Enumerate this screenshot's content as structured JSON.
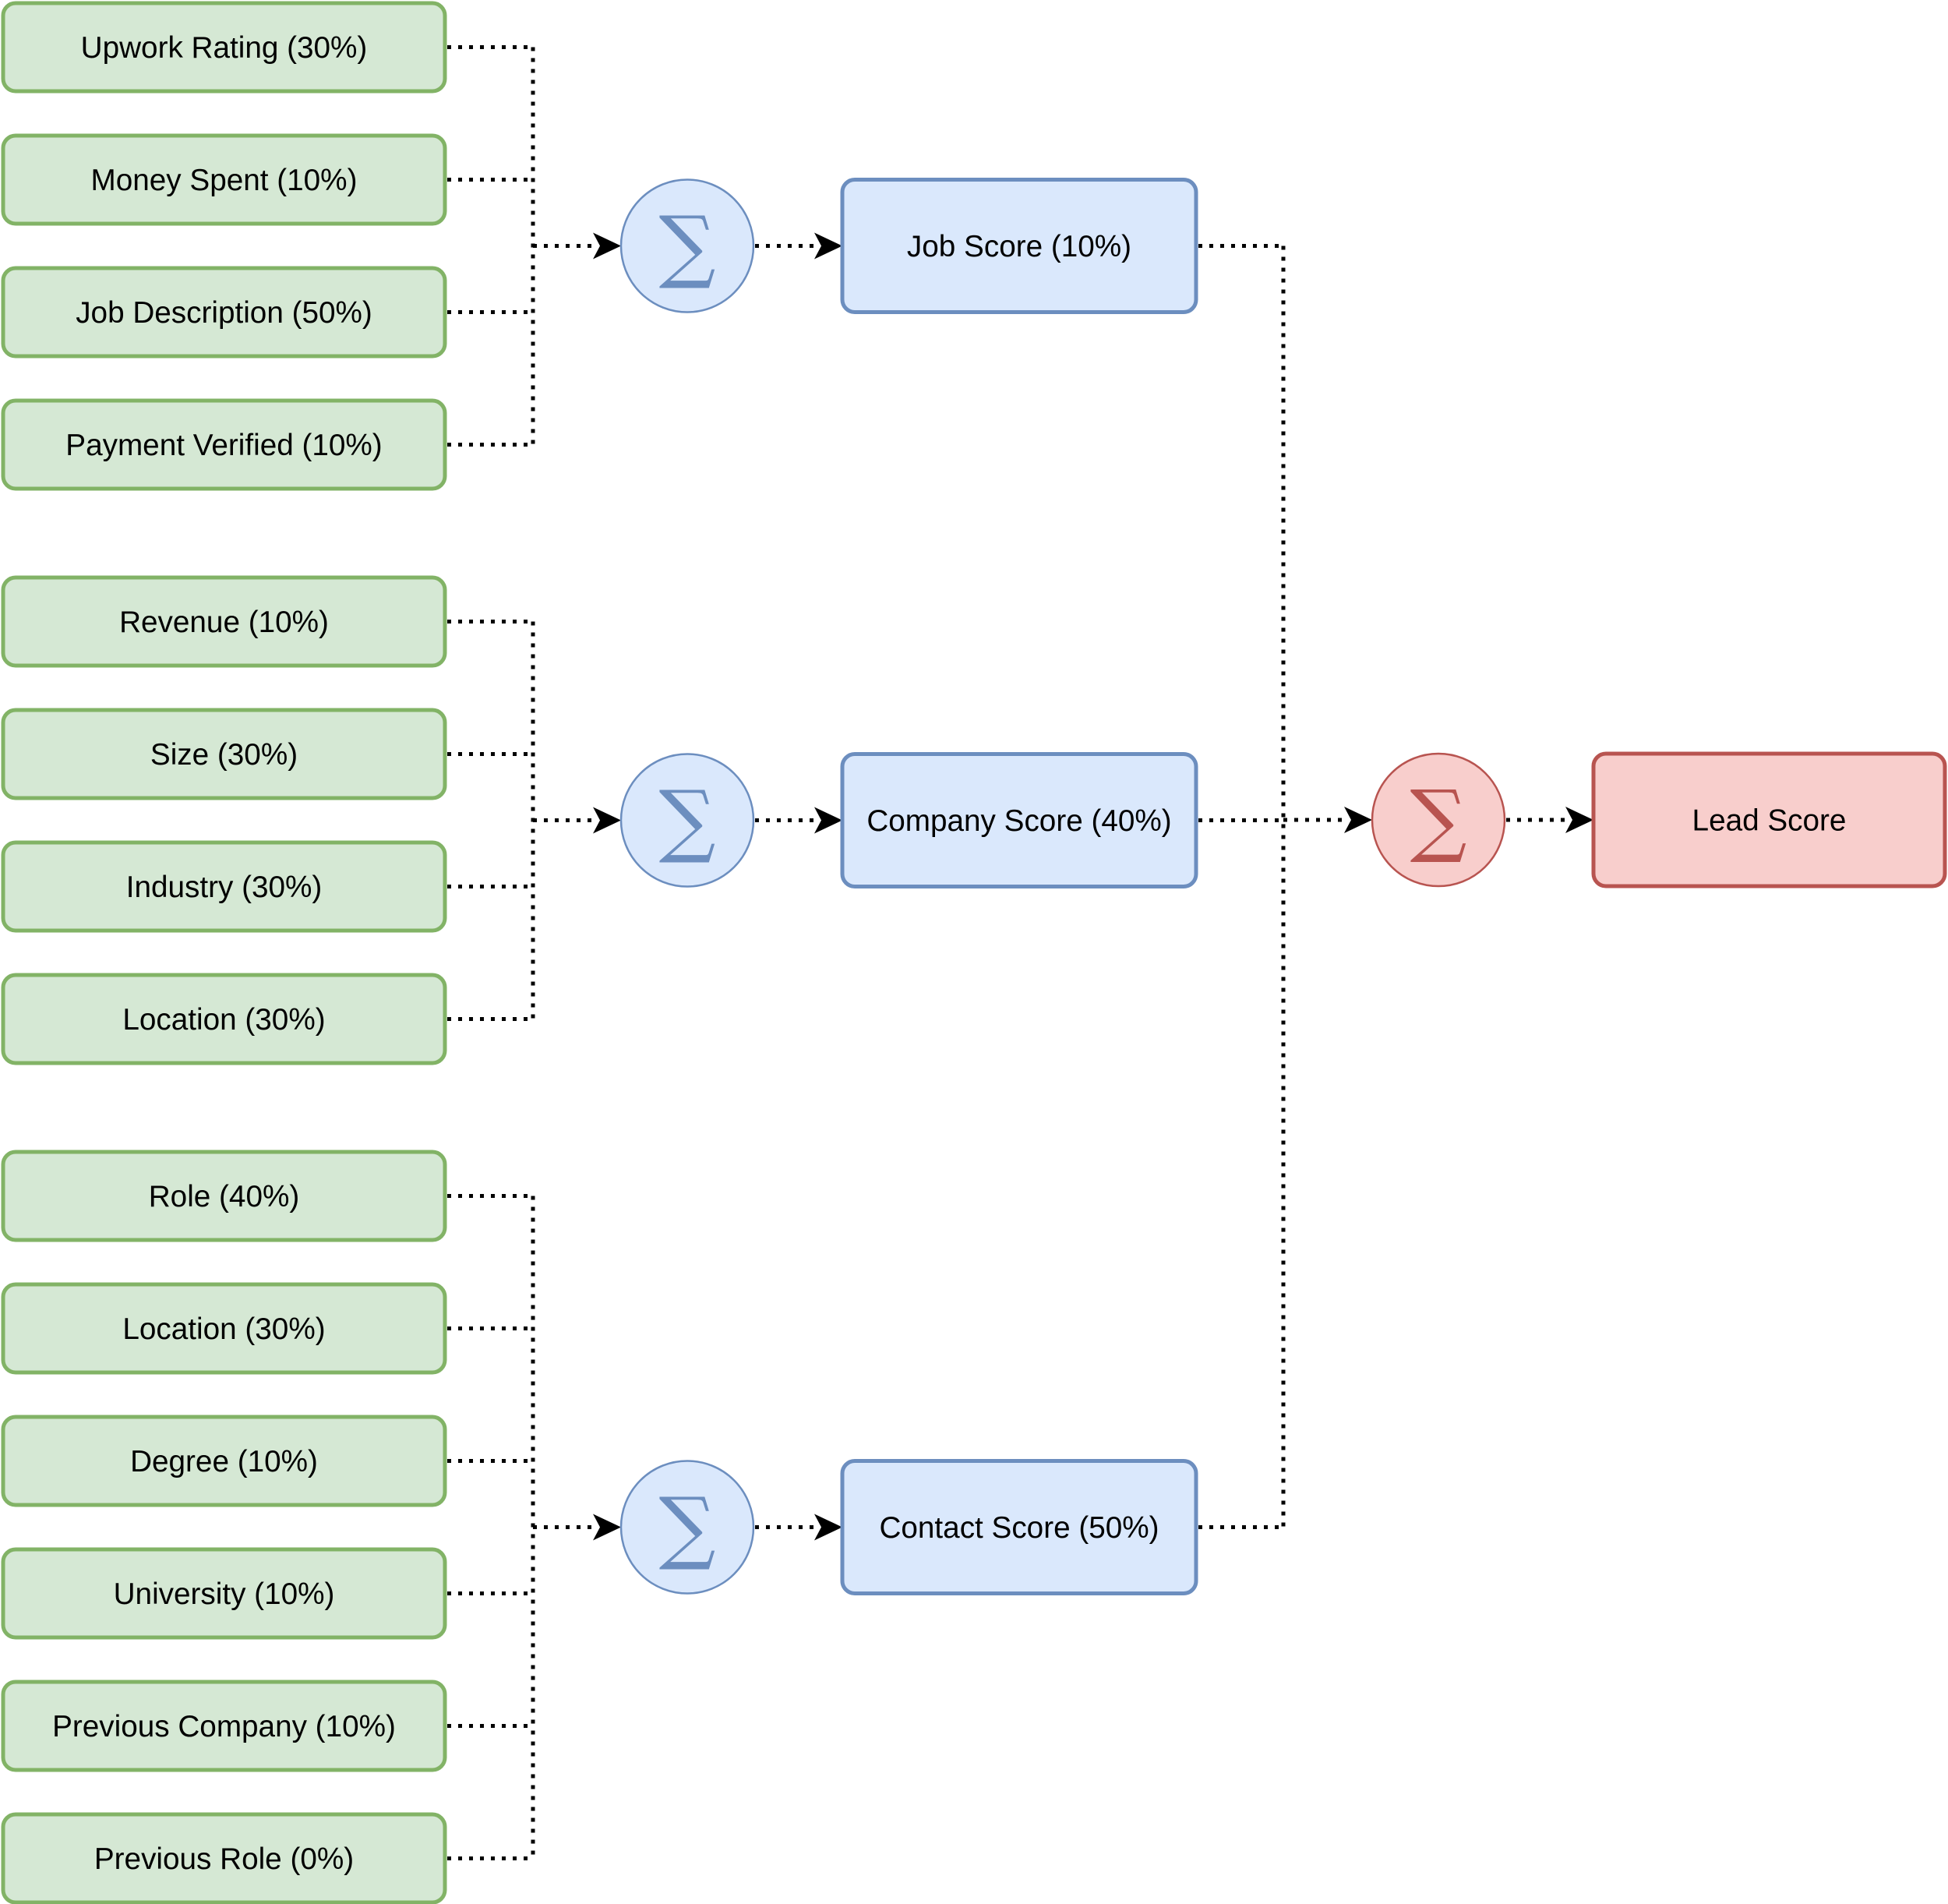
{
  "colors": {
    "input_fill": "#d5e8d4",
    "input_stroke": "#82b366",
    "score_fill": "#dae8fc",
    "score_stroke": "#6c8ebf",
    "lead_fill": "#f8cecc",
    "lead_stroke": "#b85450",
    "edge": "#000000"
  },
  "sigma_symbol": "∑",
  "groups": [
    {
      "id": "job",
      "inputs": [
        "Upwork Rating (30%)",
        "Money Spent (10%)",
        "Job Description (50%)",
        "Payment Verified (10%)"
      ],
      "score_label": "Job Score (10%)"
    },
    {
      "id": "company",
      "inputs": [
        "Revenue (10%)",
        "Size (30%)",
        "Industry (30%)",
        "Location (30%)"
      ],
      "score_label": "Company Score (40%)"
    },
    {
      "id": "contact",
      "inputs": [
        "Role (40%)",
        "Location (30%)",
        "Degree (10%)",
        "University (10%)",
        "Previous Company (10%)",
        "Previous Role (0%)"
      ],
      "score_label": "Contact Score (50%)"
    }
  ],
  "output": {
    "label": "Lead Score"
  }
}
